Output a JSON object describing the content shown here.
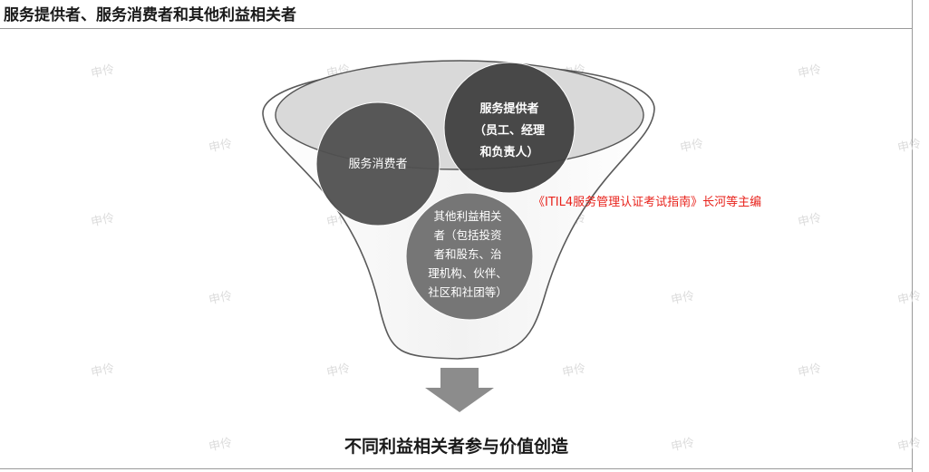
{
  "header": {
    "title": "服务提供者、服务消费者和其他利益相关者"
  },
  "diagram": {
    "provider_lines": [
      "服务提供者",
      "（员工、经理",
      "和负责人）"
    ],
    "consumer_label": "服务消费者",
    "other_lines": [
      "其他利益相关",
      "者（包括投资",
      "者和股东、治",
      "理机构、伙伴、",
      "社区和社团等）"
    ],
    "citation": "《ITIL4服务管理认证考试指南》长河等主编",
    "conclusion": "不同利益相关者参与价值创造"
  },
  "watermark": {
    "text": "申伶"
  },
  "colors": {
    "funnel_fill": "#d9d9d9",
    "provider_fill": "#404040",
    "consumer_fill": "#505050",
    "other_fill": "#6f6f6f",
    "arrow_fill": "#8c8c8c",
    "citation_color": "#e8231c"
  }
}
